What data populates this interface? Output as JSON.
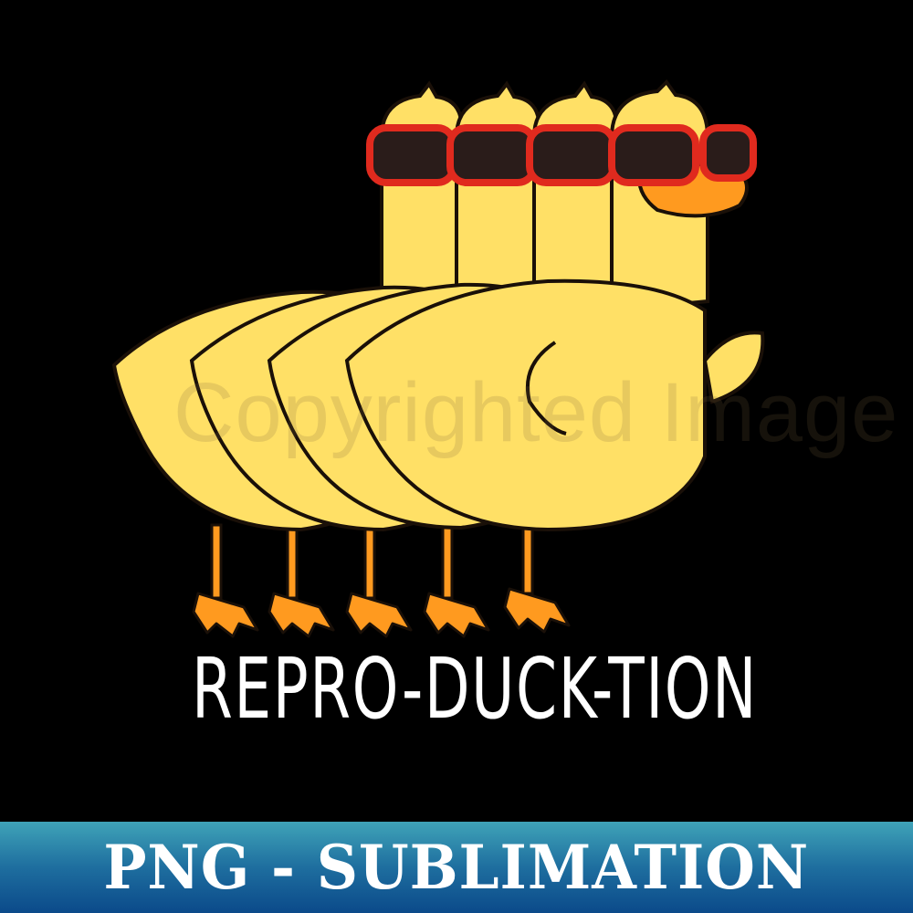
{
  "caption": "REPRO-DUCK-TION",
  "banner": {
    "label": "PNG - SUBLIMATION",
    "gradient_top": "#3fa3b8",
    "gradient_bottom": "#0b4a8a"
  },
  "watermark": "Copyrighted Image",
  "illustration": {
    "subject": "four yellow ducks in a row wearing red sunglasses",
    "duck_count": 4,
    "colors": {
      "background": "#000000",
      "duck_body": "#ffe066",
      "duck_shadow": "#f5c23a",
      "beak_feet": "#ff9a1f",
      "sunglasses_frame": "#e02a1e",
      "lens": "#2a1c1a",
      "outline": "#1a1008"
    }
  }
}
